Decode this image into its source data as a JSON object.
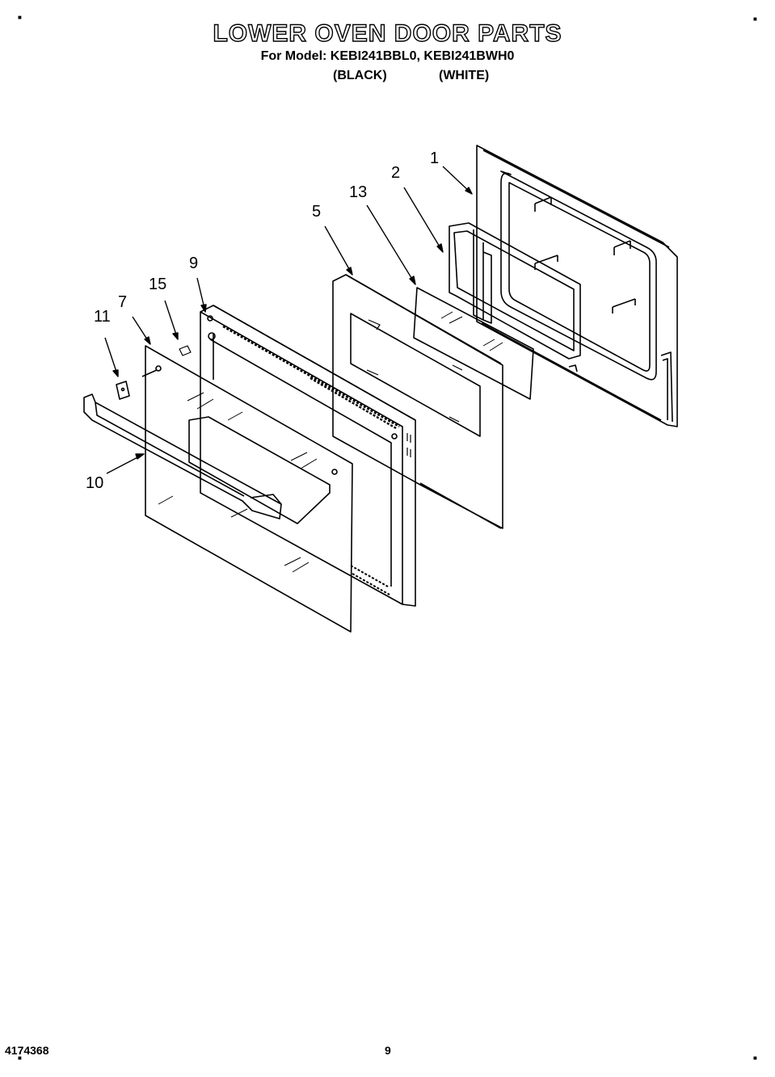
{
  "header": {
    "title": "LOWER OVEN DOOR PARTS",
    "subtitle": "For Model: KEBI241BBL0, KEBI241BWH0",
    "variant_black": "(BLACK)",
    "variant_white": "(WHITE)"
  },
  "callouts": {
    "c1": "1",
    "c2": "2",
    "c13": "13",
    "c5": "5",
    "c9": "9",
    "c15": "15",
    "c7": "7",
    "c11": "11",
    "c10": "10"
  },
  "footer": {
    "doc_number": "4174368",
    "page_number": "9"
  }
}
